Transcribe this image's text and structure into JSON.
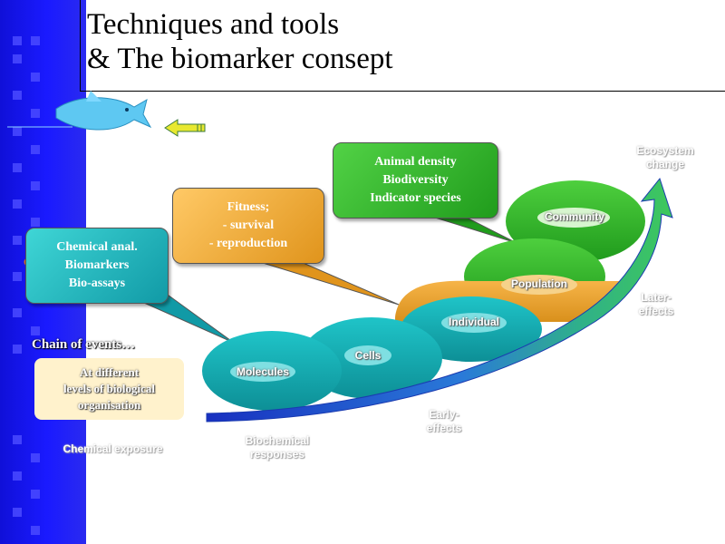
{
  "slide": {
    "title_line1": "Techniques and tools",
    "title_line2": "& The biomarker consept"
  },
  "callouts": {
    "chemical": {
      "lines": [
        "Chemical anal.",
        "Biomarkers",
        "Bio-assays"
      ],
      "color": "#1aa5b0"
    },
    "fitness": {
      "lines": [
        "Fitness;",
        "- survival",
        "- reproduction"
      ],
      "color": "#f0a830"
    },
    "animal": {
      "lines": [
        "Animal density",
        "Biodiversity",
        "Indicator species"
      ],
      "color": "#2eb02a"
    }
  },
  "chain_label": "Chain of events…",
  "levels_box": {
    "lines": [
      "At different",
      "levels of biological",
      "organisation"
    ]
  },
  "levels": {
    "molecules": "Molecules",
    "cells": "Cells",
    "individual": "Individual",
    "population": "Population",
    "community": "Community"
  },
  "axis_labels": {
    "chemical_exposure": "Chemical exposure",
    "biochemical": [
      "Biochemical",
      "responses"
    ],
    "early": [
      "Early-",
      "effects"
    ],
    "later": [
      "Later-",
      "effects"
    ],
    "ecosystem": [
      "Ecosystem",
      "change"
    ]
  },
  "icons": [
    "fish-icon",
    "arrow-left-icon"
  ],
  "colors": {
    "band": "#1a1aff",
    "teal": "#12a8b0",
    "orange": "#e8a030",
    "green": "#2eb02a",
    "arrow_blue": "#1c3fd0"
  }
}
